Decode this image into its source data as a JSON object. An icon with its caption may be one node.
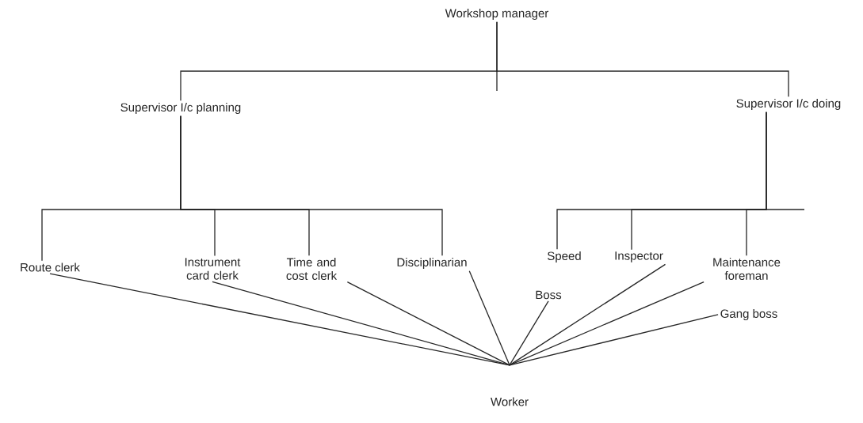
{
  "diagram": {
    "nodes": [
      {
        "text": [
          "Workshop manager"
        ]
      },
      {
        "text": [
          "Supervisor I/c planning"
        ]
      },
      {
        "text": [
          "Supervisor I/c doing"
        ]
      },
      {
        "text": [
          "Route clerk"
        ]
      },
      {
        "text": [
          "Instrument card clerk"
        ]
      },
      {
        "text": [
          "Time and cost clerk"
        ]
      },
      {
        "text": [
          "Disciplinarian"
        ]
      },
      {
        "text": [
          "Speed"
        ]
      },
      {
        "text": [
          "Inspector"
        ]
      },
      {
        "text": [
          "Maintenance foreman"
        ]
      },
      {
        "text": [
          "Boss"
        ]
      },
      {
        "text": [
          "Gang boss"
        ]
      },
      {
        "text": [
          "Worker"
        ]
      }
    ],
    "edges": [
      {
        "from": 0,
        "to": 1,
        "arrow": "none"
      },
      {
        "from": 0,
        "to": 2,
        "arrow": "none"
      },
      {
        "from": 1,
        "to": 3,
        "arrow": "none"
      },
      {
        "from": 1,
        "to": 4,
        "arrow": "none"
      },
      {
        "from": 1,
        "to": 5,
        "arrow": "none"
      },
      {
        "from": 1,
        "to": 6,
        "arrow": "none"
      },
      {
        "from": 2,
        "to": 7,
        "arrow": "none"
      },
      {
        "from": 2,
        "to": 8,
        "arrow": "none"
      },
      {
        "from": 2,
        "to": 9,
        "arrow": "none"
      },
      {
        "from": 3,
        "to": 12,
        "arrow": "none"
      },
      {
        "from": 4,
        "to": 12,
        "arrow": "none"
      },
      {
        "from": 5,
        "to": 12,
        "arrow": "none"
      },
      {
        "from": 6,
        "to": 12,
        "arrow": "none"
      },
      {
        "from": 10,
        "to": 12,
        "arrow": "none"
      },
      {
        "from": 8,
        "to": 12,
        "arrow": "none"
      },
      {
        "from": 9,
        "to": 12,
        "arrow": "none"
      },
      {
        "from": 11,
        "to": 12,
        "arrow": "none"
      }
    ]
  }
}
